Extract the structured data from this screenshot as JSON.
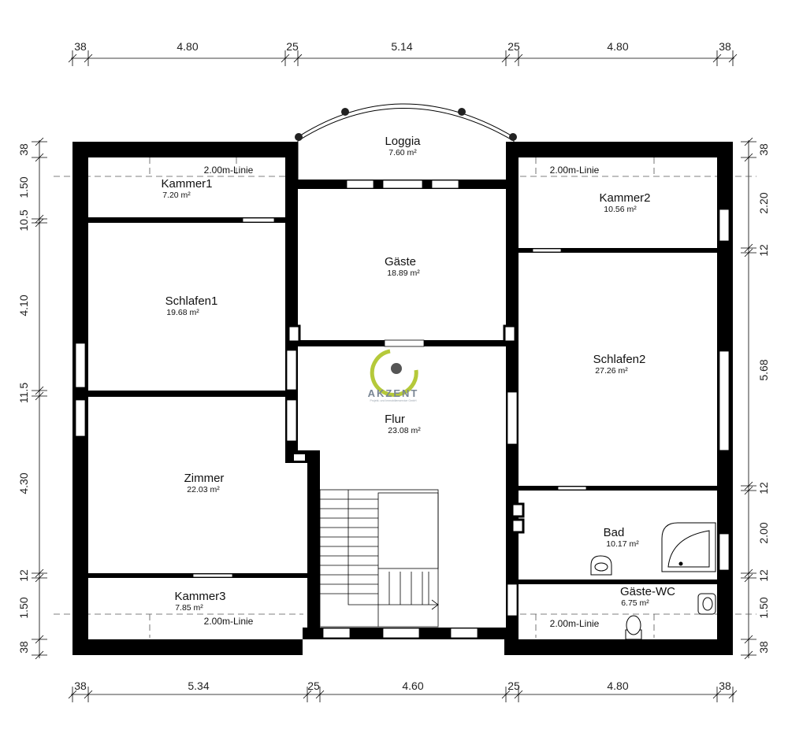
{
  "dimensions": {
    "top": [
      "38",
      "4.80",
      "25",
      "5.14",
      "25",
      "4.80",
      "38"
    ],
    "bottom": [
      "38",
      "5.34",
      "25",
      "4.60",
      "25",
      "4.80",
      "38"
    ],
    "left": [
      "38",
      "1.50",
      "10.5",
      "4.10",
      "11.5",
      "4.30",
      "12",
      "1.50",
      "38"
    ],
    "right": [
      "38",
      "2.20",
      "12",
      "5.68",
      "12",
      "2.00",
      "12",
      "1.50",
      "38"
    ]
  },
  "rooms": [
    {
      "id": "loggia",
      "name": "Loggia",
      "area": "7.60 m²"
    },
    {
      "id": "kammer1",
      "name": "Kammer1",
      "area": "7.20 m²"
    },
    {
      "id": "kammer2",
      "name": "Kammer2",
      "area": "10.56 m²"
    },
    {
      "id": "gaeste",
      "name": "Gäste",
      "area": "18.89 m²"
    },
    {
      "id": "schlafen1",
      "name": "Schlafen1",
      "area": "19.68 m²"
    },
    {
      "id": "schlafen2",
      "name": "Schlafen2",
      "area": "27.26 m²"
    },
    {
      "id": "flur",
      "name": "Flur",
      "area": "23.08 m²"
    },
    {
      "id": "zimmer",
      "name": "Zimmer",
      "area": "22.03 m²"
    },
    {
      "id": "bad",
      "name": "Bad",
      "area": "10.17 m²"
    },
    {
      "id": "kammer3",
      "name": "Kammer3",
      "area": "7.85 m²"
    },
    {
      "id": "gaeste-wc",
      "name": "Gäste-WC",
      "area": "6.75 m²"
    }
  ],
  "linie_label": "2.00m-Linie",
  "logo": {
    "name": "AKZENT",
    "subtitle": "Projekt- und Immobilienservice GmbH"
  },
  "colors": {
    "wall": "#000000",
    "logo_green": "#b5c93a",
    "logo_gray": "#7a8694"
  }
}
